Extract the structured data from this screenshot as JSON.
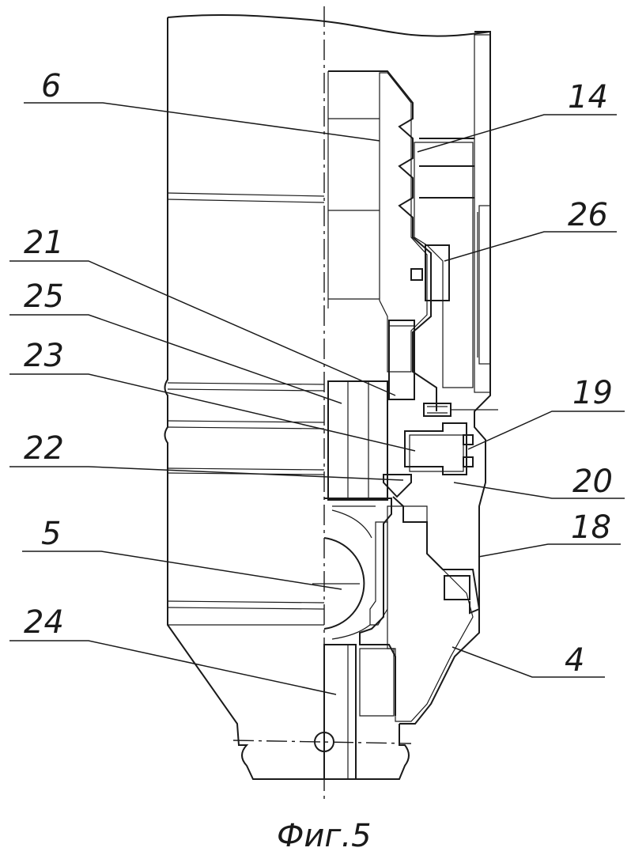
{
  "figure": {
    "caption": "Фиг.5",
    "labels": {
      "l6": "6",
      "l14": "14",
      "l26": "26",
      "l21": "21",
      "l25": "25",
      "l23": "23",
      "l19": "19",
      "l22": "22",
      "l20": "20",
      "l18": "18",
      "l5": "5",
      "l24": "24",
      "l4": "4"
    }
  }
}
